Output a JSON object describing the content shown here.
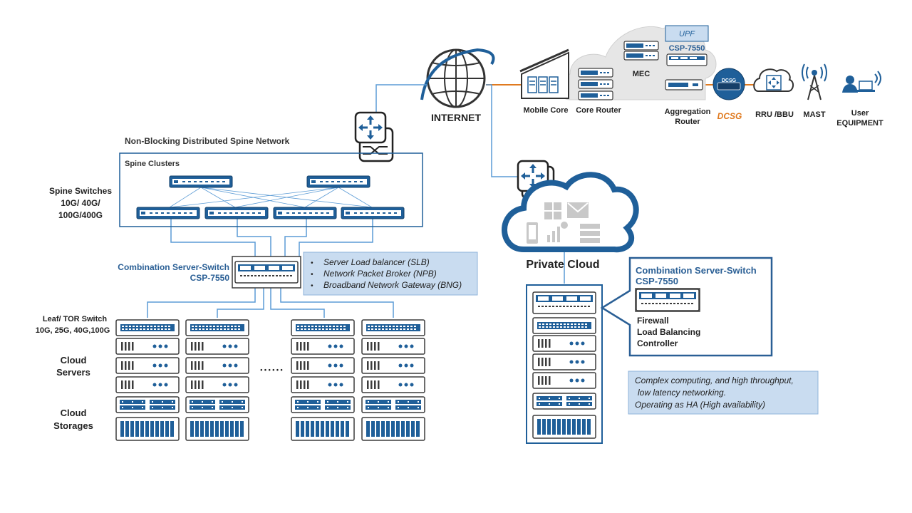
{
  "top": {
    "internet": "INTERNET",
    "upf": "UPF",
    "csp_top": "CSP-7550",
    "mec": "MEC",
    "mobile_core": "Mobile Core",
    "core_router": "Core Router",
    "aggregation_router": [
      "Aggregation",
      "Router"
    ],
    "dcsg_badge": "DCSG",
    "dcsg_label": "DCSG",
    "rru": "RRU /BBU",
    "mast": "MAST",
    "user_equipment": [
      "User",
      "EQUIPMENT"
    ]
  },
  "spine": {
    "network_title": "Non-Blocking Distributed Spine Network",
    "clusters_label": "Spine Clusters",
    "switches_label": [
      "Spine Switches",
      "10G/ 40G/",
      "100G/400G"
    ]
  },
  "combo_left": {
    "title": "Combination Server-Switch",
    "model": "CSP-7550",
    "features": [
      "Server Load balancer (SLB)",
      "Network Packet Broker (NPB)",
      "Broadband Network Gateway (BNG)"
    ]
  },
  "leaf": {
    "label": [
      "Leaf/ TOR Switch",
      "10G, 25G, 40G,100G"
    ],
    "servers_label": [
      "Cloud",
      "Servers"
    ],
    "storages_label": [
      "Cloud",
      "Storages"
    ],
    "ellipsis": "• • • • • •"
  },
  "private_cloud": {
    "title": "Private Cloud",
    "callout_title": "Combination Server-Switch",
    "callout_model": "CSP-7550",
    "functions": [
      "Firewall",
      "Load Balancing",
      "Controller"
    ],
    "note": [
      "Complex computing, and high throughput,",
      "low latency networking.",
      "Operating as HA (High availability)"
    ]
  },
  "colors": {
    "brand_blue": "#1f5f99",
    "line_blue": "#5b9bd5",
    "orange": "#e07a1f",
    "light_blue_box": "#c9dcf0",
    "cloud_gray": "#e6e6e6"
  }
}
